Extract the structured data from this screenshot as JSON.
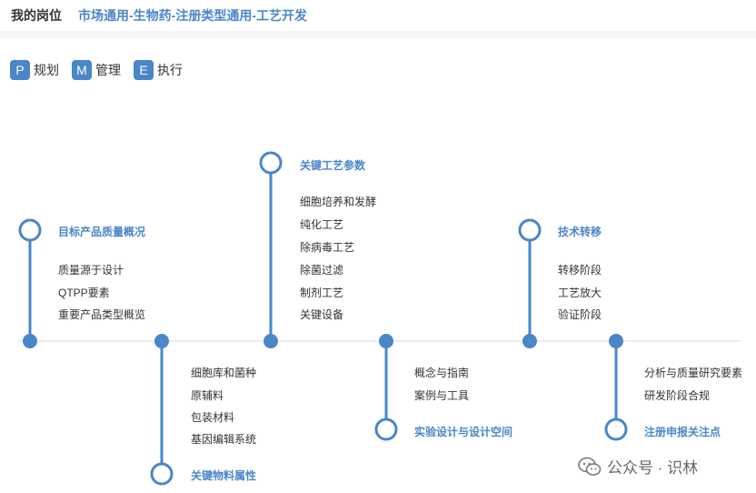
{
  "header": {
    "label": "我的岗位",
    "path": "市场通用-生物药-注册类型通用-工艺开发"
  },
  "legend": [
    {
      "badge": "P",
      "text": "规划"
    },
    {
      "badge": "M",
      "text": "管理"
    },
    {
      "badge": "E",
      "text": "执行"
    }
  ],
  "colors": {
    "accent": "#4a86c8",
    "line": "#d6dde6"
  },
  "nodes": [
    {
      "title": "目标产品质量概况",
      "items": [
        "质量源于设计",
        "QTPP要素",
        "重要产品类型概览"
      ]
    },
    {
      "title": "关键物料属性",
      "items": [
        "细胞库和菌种",
        "原辅料",
        "包装材料",
        "基因编辑系统"
      ]
    },
    {
      "title": "关键工艺参数",
      "items": [
        "细胞培养和发酵",
        "纯化工艺",
        "除病毒工艺",
        "除菌过滤",
        "制剂工艺",
        "关键设备"
      ]
    },
    {
      "title": "实验设计与设计空间",
      "items": [
        "概念与指南",
        "案例与工具"
      ]
    },
    {
      "title": "技术转移",
      "items": [
        "转移阶段",
        "工艺放大",
        "验证阶段"
      ]
    },
    {
      "title": "注册申报关注点",
      "items": [
        "分析与质量研究要素",
        "研发阶段合规"
      ]
    }
  ],
  "watermark": {
    "text": "公众号 · 识林",
    "icon": "wechat-icon"
  }
}
